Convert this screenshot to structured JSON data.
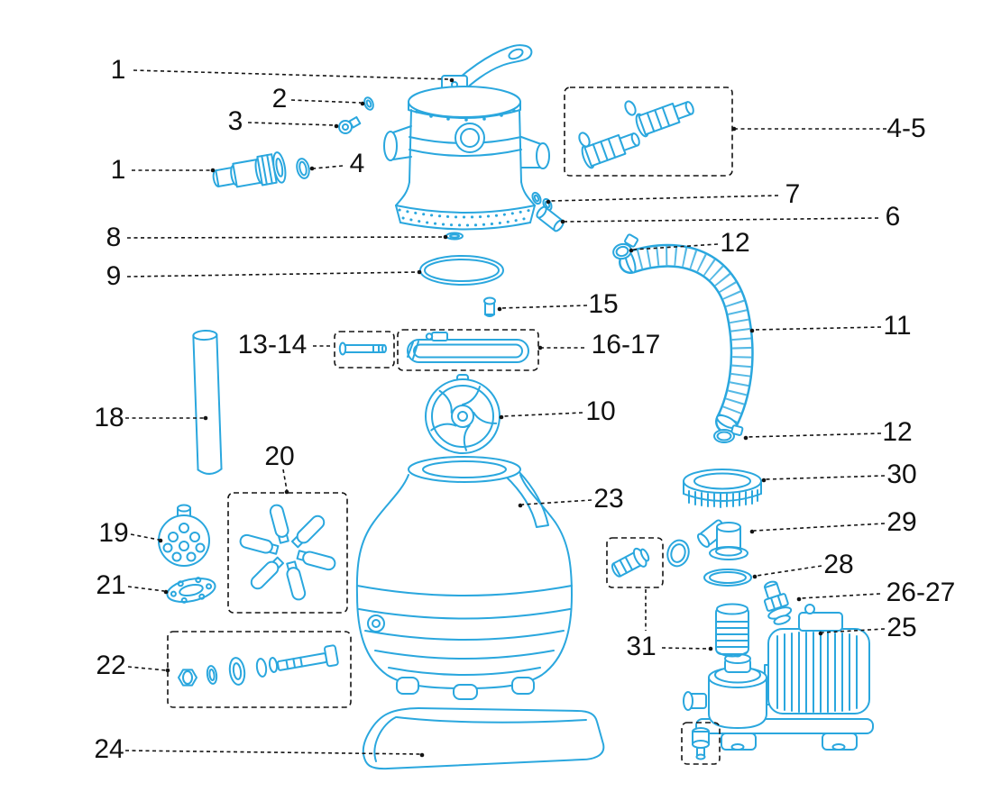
{
  "diagram": {
    "type": "exploded-parts-diagram",
    "subject": "Sand filter pump system",
    "background": "#ffffff",
    "colors": {
      "line_art": "#2AA7DE",
      "labels": "#111111",
      "leader_lines": "#141414"
    },
    "labels": [
      {
        "part": "multiport-valve",
        "text": "1"
      },
      {
        "part": "valve-oring",
        "text": "2"
      },
      {
        "part": "valve-fitting",
        "text": "3"
      },
      {
        "part": "hose-coupling",
        "text": "1"
      },
      {
        "part": "coupling-oring",
        "text": "4"
      },
      {
        "part": "hose-adapter-kit",
        "text": "4-5"
      },
      {
        "part": "drain-orings",
        "text": "7"
      },
      {
        "part": "drain-fitting",
        "text": "6"
      },
      {
        "part": "small-oring",
        "text": "8"
      },
      {
        "part": "hose-clamp-top",
        "text": "12"
      },
      {
        "part": "tank-oring",
        "text": "9"
      },
      {
        "part": "plug-bolt",
        "text": "15"
      },
      {
        "part": "hose",
        "text": "11"
      },
      {
        "part": "pin-kit",
        "text": "13-14"
      },
      {
        "part": "clamp-band-kit",
        "text": "16-17"
      },
      {
        "part": "diffuser",
        "text": "10"
      },
      {
        "part": "standpipe",
        "text": "18"
      },
      {
        "part": "hose-clamp-bottom",
        "text": "12"
      },
      {
        "part": "lock-collar",
        "text": "30"
      },
      {
        "part": "laterals-kit",
        "text": "20"
      },
      {
        "part": "tank",
        "text": "23"
      },
      {
        "part": "elbow-fitting",
        "text": "29"
      },
      {
        "part": "lateral-hub",
        "text": "19"
      },
      {
        "part": "pump-oring",
        "text": "28"
      },
      {
        "part": "flat-gasket",
        "text": "21"
      },
      {
        "part": "adapter-kit",
        "text": "26-27"
      },
      {
        "part": "pump",
        "text": "25"
      },
      {
        "part": "drain-valve-kit",
        "text": "22"
      },
      {
        "part": "dispenser-kit",
        "text": "31"
      },
      {
        "part": "filter-pad",
        "text": "24"
      }
    ]
  }
}
